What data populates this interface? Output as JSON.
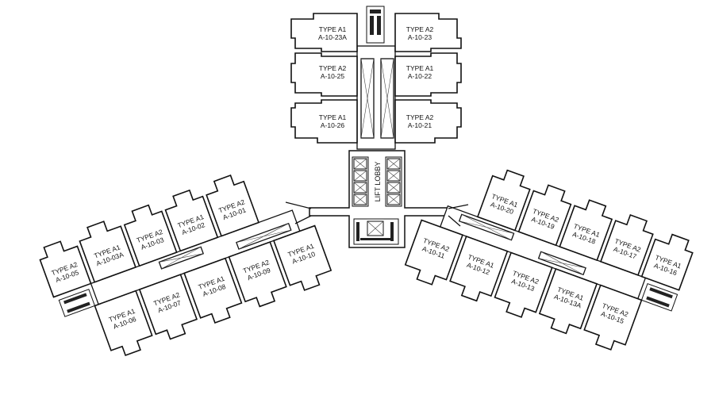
{
  "lift_lobby_label": "LIFT LOBBY",
  "units": {
    "u23a": {
      "type": "TYPE A1",
      "no": "A-10-23A"
    },
    "u23": {
      "type": "TYPE A2",
      "no": "A-10-23"
    },
    "u25": {
      "type": "TYPE A2",
      "no": "A-10-25"
    },
    "u22": {
      "type": "TYPE A1",
      "no": "A-10-22"
    },
    "u26": {
      "type": "TYPE A1",
      "no": "A-10-26"
    },
    "u21": {
      "type": "TYPE A2",
      "no": "A-10-21"
    },
    "u05": {
      "type": "TYPE A2",
      "no": "A-10-05"
    },
    "u03a": {
      "type": "TYPE A1",
      "no": "A-10-03A"
    },
    "u03": {
      "type": "TYPE A2",
      "no": "A-10-03"
    },
    "u02": {
      "type": "TYPE A1",
      "no": "A-10-02"
    },
    "u01": {
      "type": "TYPE A2",
      "no": "A-10-01"
    },
    "u06": {
      "type": "TYPE A1",
      "no": "A-10-06"
    },
    "u07": {
      "type": "TYPE A2",
      "no": "A-10-07"
    },
    "u08": {
      "type": "TYPE A1",
      "no": "A-10-08"
    },
    "u09": {
      "type": "TYPE A2",
      "no": "A-10-09"
    },
    "u10": {
      "type": "TYPE A1",
      "no": "A-10-10"
    },
    "u20": {
      "type": "TYPE A1",
      "no": "A-10-20"
    },
    "u19": {
      "type": "TYPE A2",
      "no": "A-10-19"
    },
    "u18": {
      "type": "TYPE A1",
      "no": "A-10-18"
    },
    "u17": {
      "type": "TYPE A2",
      "no": "A-10-17"
    },
    "u16": {
      "type": "TYPE A1",
      "no": "A-10-16"
    },
    "u11": {
      "type": "TYPE A2",
      "no": "A-10-11"
    },
    "u12": {
      "type": "TYPE A1",
      "no": "A-10-12"
    },
    "u13": {
      "type": "TYPE A2",
      "no": "A-10-13"
    },
    "u13a": {
      "type": "TYPE A1",
      "no": "A-10-13A"
    },
    "u15": {
      "type": "TYPE A2",
      "no": "A-10-15"
    }
  }
}
